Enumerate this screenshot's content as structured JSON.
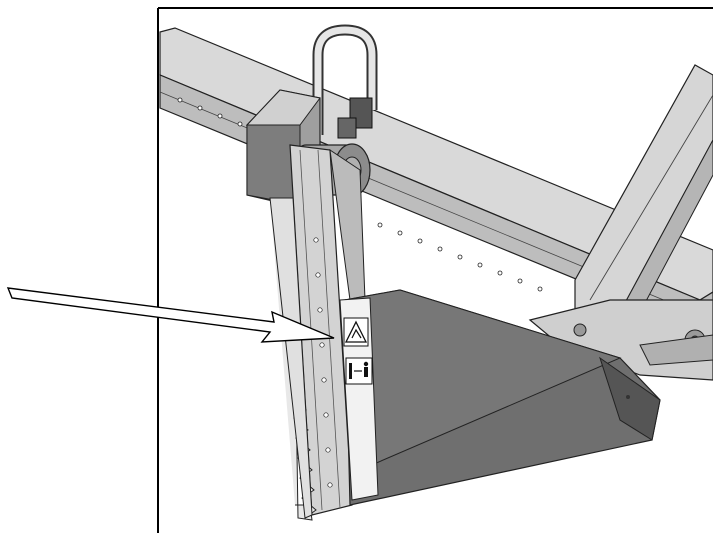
{
  "figure": {
    "background": "#ffffff",
    "frame_color": "#000000",
    "metal_light": "#d9d9d9",
    "metal_mid": "#bdbdbd",
    "metal_dark": "#8f8f8f",
    "shield_color": "#6f6f6f",
    "shield_shadow": "#555555",
    "pointer_arrow": "outline-arrow",
    "decals": [
      {
        "name": "hazard-cutting-decal",
        "icon": "warning-triangle-hand-blade"
      },
      {
        "name": "keep-distance-decal",
        "icon": "person-distance"
      }
    ]
  }
}
